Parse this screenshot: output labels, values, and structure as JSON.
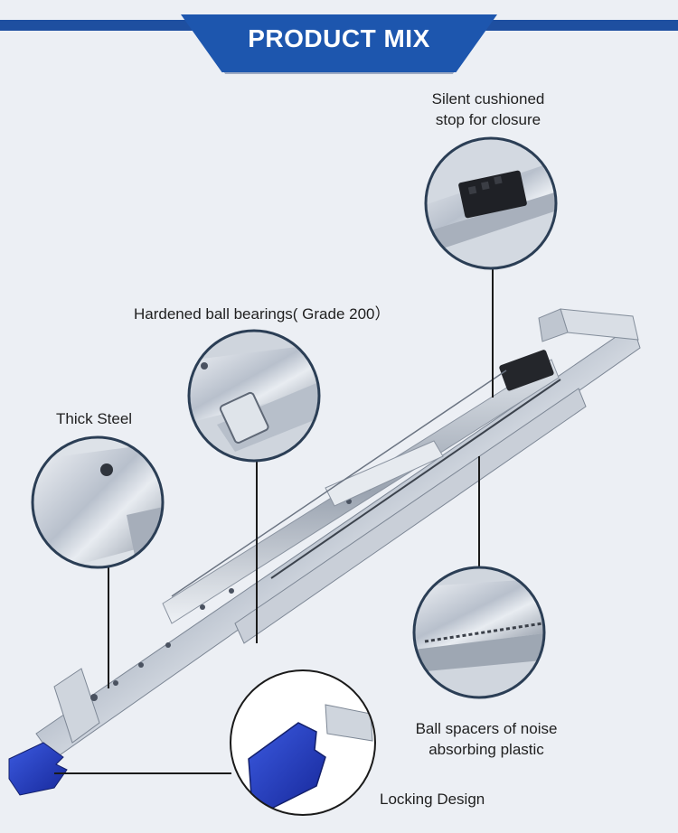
{
  "header": {
    "title": "PRODUCT MIX"
  },
  "features": {
    "silent_stop_line1": "Silent cushioned",
    "silent_stop_line2": "stop for closure",
    "ball_bearings": "Hardened ball bearings( Grade 200）",
    "thick_steel": "Thick Steel",
    "spacers_line1": "Ball spacers of noise",
    "spacers_line2": "absorbing plastic",
    "locking": "Locking Design"
  },
  "colors": {
    "background": "#eceff4",
    "ribbon": "#1d56ae",
    "circle_border": "#2b3e55",
    "lock_blue": "#1f39b8"
  }
}
